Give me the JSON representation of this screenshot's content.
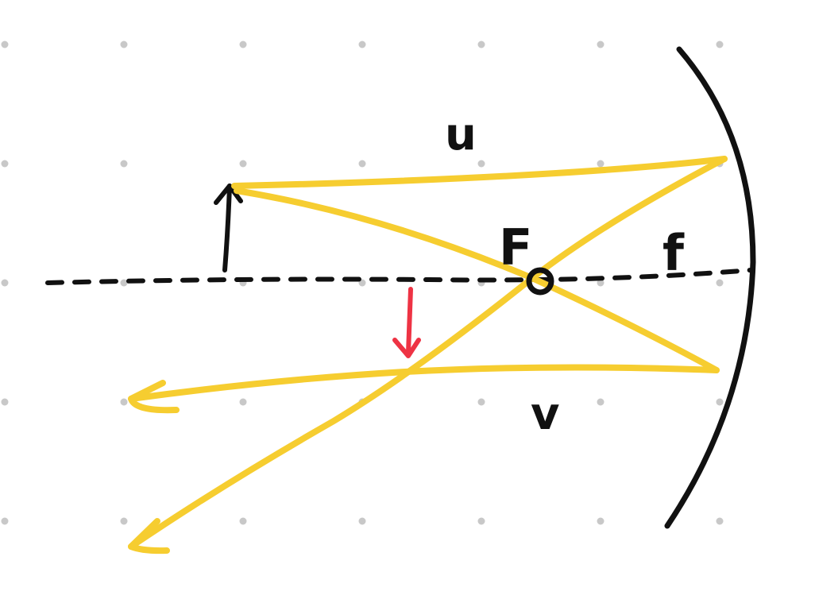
{
  "labels": {
    "u": "u",
    "v": "v",
    "F": "F",
    "f": "f"
  },
  "colors": {
    "background": "#ffffff",
    "grid_dot": "#c8c8c8",
    "ink": "#111111",
    "ray": "#f6cd30",
    "image_arrow": "#ee3344"
  }
}
